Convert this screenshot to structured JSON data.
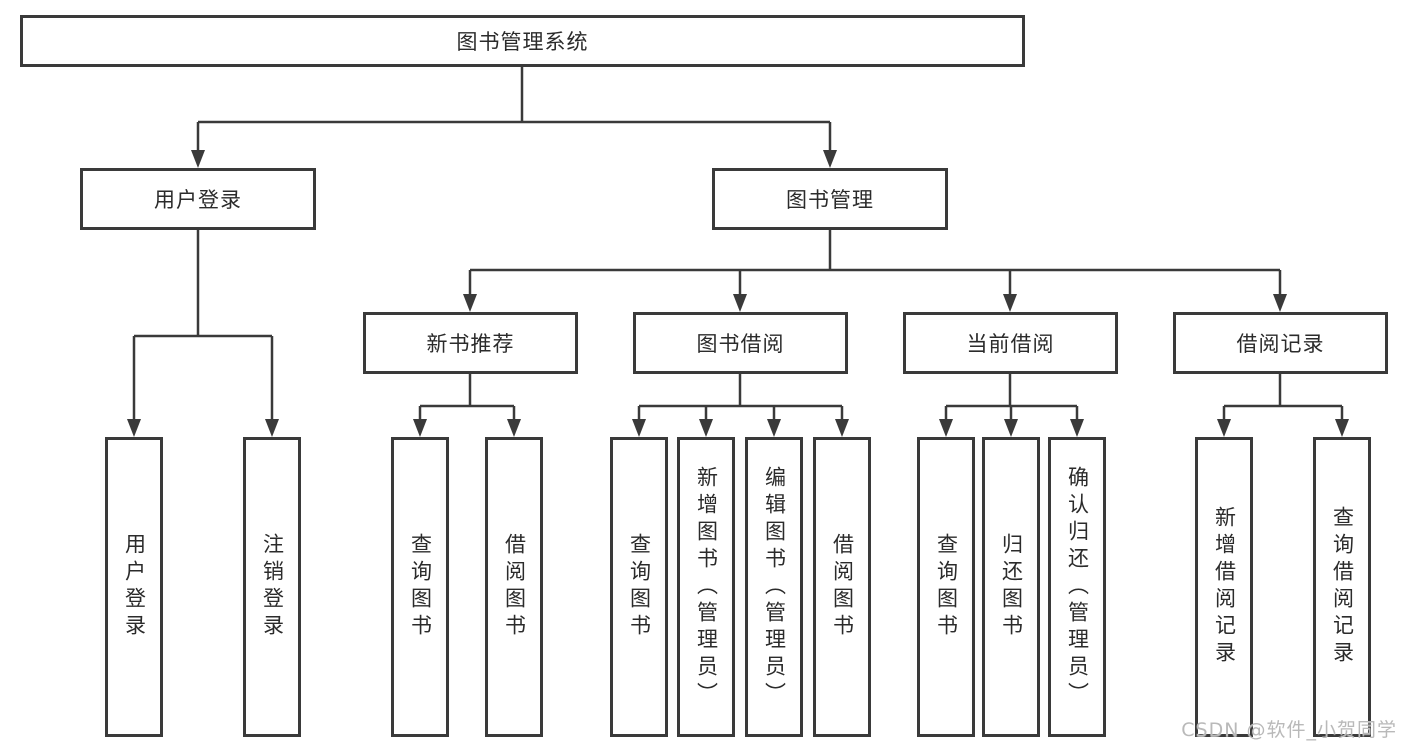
{
  "diagram": {
    "root": {
      "label": "图书管理系统"
    },
    "level2": [
      {
        "label": "用户登录"
      },
      {
        "label": "图书管理"
      }
    ],
    "level3": [
      {
        "label": "新书推荐"
      },
      {
        "label": "图书借阅"
      },
      {
        "label": "当前借阅"
      },
      {
        "label": "借阅记录"
      }
    ],
    "leaves": {
      "user_login": [
        "用户登录",
        "注销登录"
      ],
      "new_book": [
        "查询图书",
        "借阅图书"
      ],
      "borrow": [
        "查询图书",
        "新增图书（管理员）",
        "编辑图书（管理员）",
        "借阅图书"
      ],
      "current": [
        "查询图书",
        "归还图书",
        "确认归还（管理员）"
      ],
      "records": [
        "新增借阅记录",
        "查询借阅记录"
      ]
    }
  },
  "watermark": {
    "text": "CSDN @软件_小贺同学"
  },
  "colors": {
    "line": "#3a3a3a",
    "text": "#2b2b2b",
    "background": "#ffffff",
    "watermark": "#b9b9b9"
  }
}
